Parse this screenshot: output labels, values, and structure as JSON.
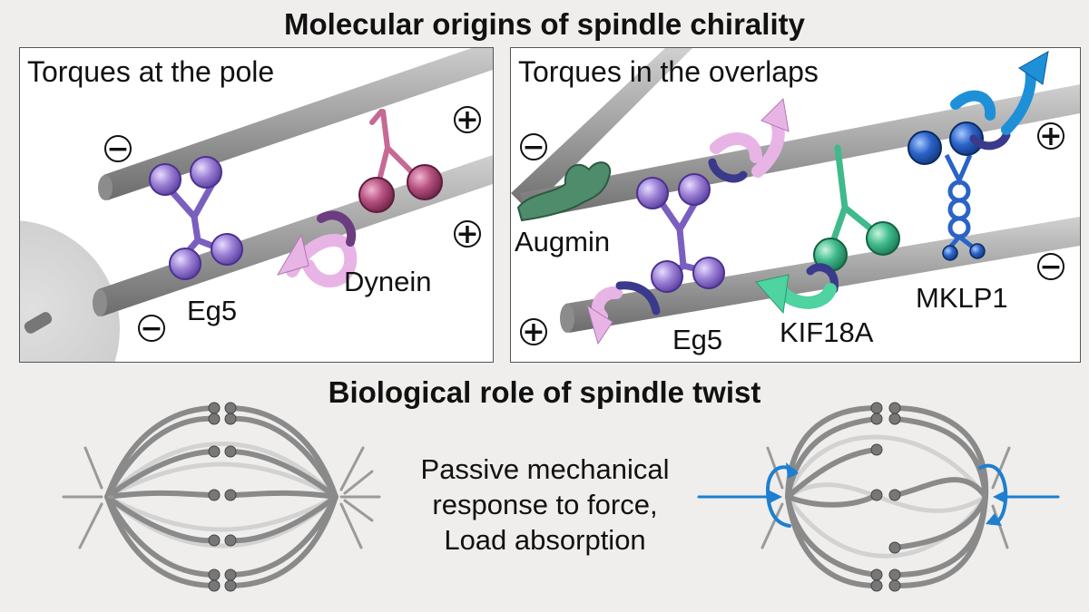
{
  "title": "Molecular origins of spindle chirality",
  "panel_left": {
    "title": "Torques at the pole",
    "labels": {
      "eg5": "Eg5",
      "dynein": "Dynein"
    },
    "signs": {
      "minus": "−",
      "plus": "+"
    }
  },
  "panel_right": {
    "title": "Torques in the overlaps",
    "labels": {
      "augmin": "Augmin",
      "eg5": "Eg5",
      "kif18a": "KIF18A",
      "mklp1": "MKLP1"
    },
    "signs": {
      "minus": "−",
      "plus": "+"
    }
  },
  "bottom": {
    "title": "Biological role of spindle twist",
    "caption": [
      "Passive mechanical",
      "response to force,",
      "Load absorption"
    ]
  },
  "colors": {
    "eg5": "#9b7fd4",
    "dynein": "#b5517f",
    "kif18a": "#3fba8c",
    "mklp1": "#2a63c8",
    "augmin": "#5a9a7a",
    "torque_pink": "#e8b4e6",
    "torque_dark": "#3a3a8c",
    "force_arrow": "#1e7fd0",
    "microtubule": "#a8a8a8"
  }
}
